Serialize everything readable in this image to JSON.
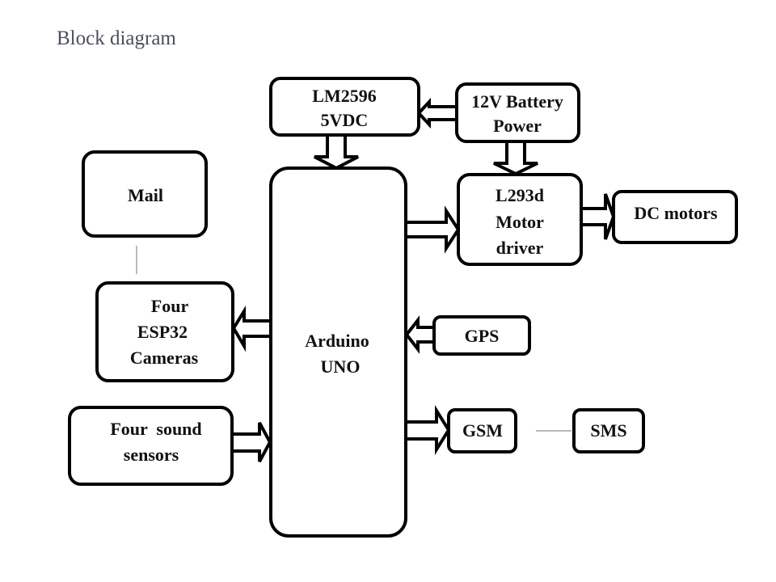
{
  "title": "Block diagram",
  "blocks": {
    "lm2596": {
      "lines": [
        "LM2596",
        "5VDC"
      ]
    },
    "battery": {
      "lines": [
        "12V Battery",
        "Power"
      ]
    },
    "mail": {
      "lines": [
        "Mail"
      ]
    },
    "arduino": {
      "lines": [
        "Arduino",
        "UNO"
      ]
    },
    "l293d": {
      "lines": [
        "L293d",
        "Motor",
        "driver"
      ]
    },
    "dc_motors": {
      "lines": [
        "DC motors"
      ]
    },
    "cameras": {
      "lines": [
        "Four",
        "ESP32",
        "Cameras"
      ]
    },
    "gps": {
      "lines": [
        "GPS"
      ]
    },
    "sound": {
      "lines": [
        "Four  sound",
        "sensors"
      ]
    },
    "gsm": {
      "lines": [
        "GSM"
      ]
    },
    "sms": {
      "lines": [
        "SMS"
      ]
    }
  },
  "connections": [
    {
      "from": "battery",
      "to": "lm2596",
      "type": "double-arrow"
    },
    {
      "from": "lm2596",
      "to": "arduino",
      "type": "double-arrow"
    },
    {
      "from": "battery",
      "to": "l293d",
      "type": "double-arrow"
    },
    {
      "from": "arduino",
      "to": "l293d",
      "type": "double-arrow"
    },
    {
      "from": "l293d",
      "to": "dc_motors",
      "type": "double-arrow"
    },
    {
      "from": "arduino",
      "to": "cameras",
      "type": "double-arrow"
    },
    {
      "from": "gps",
      "to": "arduino",
      "type": "double-arrow"
    },
    {
      "from": "sound",
      "to": "arduino",
      "type": "double-arrow"
    },
    {
      "from": "arduino",
      "to": "gsm",
      "type": "double-arrow"
    },
    {
      "from": "gsm",
      "to": "sms",
      "type": "line"
    },
    {
      "from": "mail",
      "to": "cameras",
      "type": "line"
    }
  ]
}
